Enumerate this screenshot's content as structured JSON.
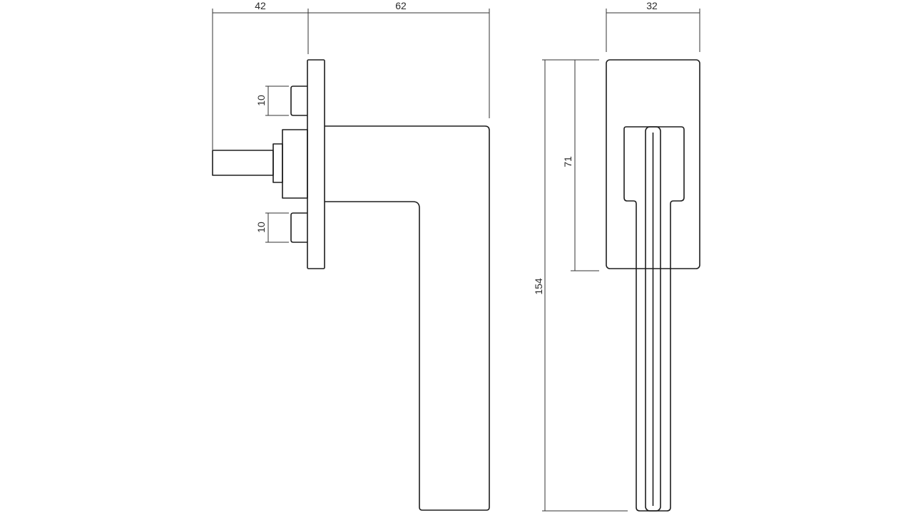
{
  "drawing": {
    "dimensions": {
      "spindle_length": "42",
      "lever_projection": "62",
      "rose_width": "32",
      "screw_top": "10",
      "screw_bottom": "10",
      "rose_height": "71",
      "total_length": "154"
    },
    "colors": {
      "line": "#1e1e1e",
      "background": "#ffffff"
    }
  }
}
